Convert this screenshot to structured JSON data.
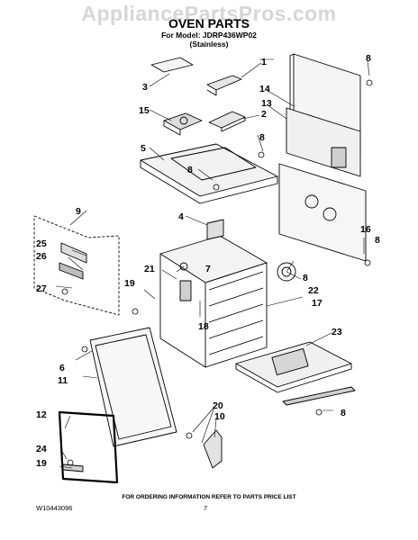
{
  "watermark": "AppliancePartsPros.com",
  "header": {
    "title": "OVEN PARTS",
    "model_line": "For Model: JDRP436WP02",
    "finish_line": "(Stainless)"
  },
  "callouts": [
    "1",
    "2",
    "3",
    "4",
    "5",
    "6",
    "7",
    "8",
    "9",
    "10",
    "11",
    "12",
    "13",
    "14",
    "15",
    "16",
    "17",
    "18",
    "19",
    "20",
    "21",
    "22",
    "23",
    "24",
    "25",
    "26",
    "27"
  ],
  "footer": {
    "part_code": "W10443096",
    "ordering_note": "FOR ORDERING INFORMATION REFER TO PARTS PRICE LIST",
    "page_number": "7"
  }
}
